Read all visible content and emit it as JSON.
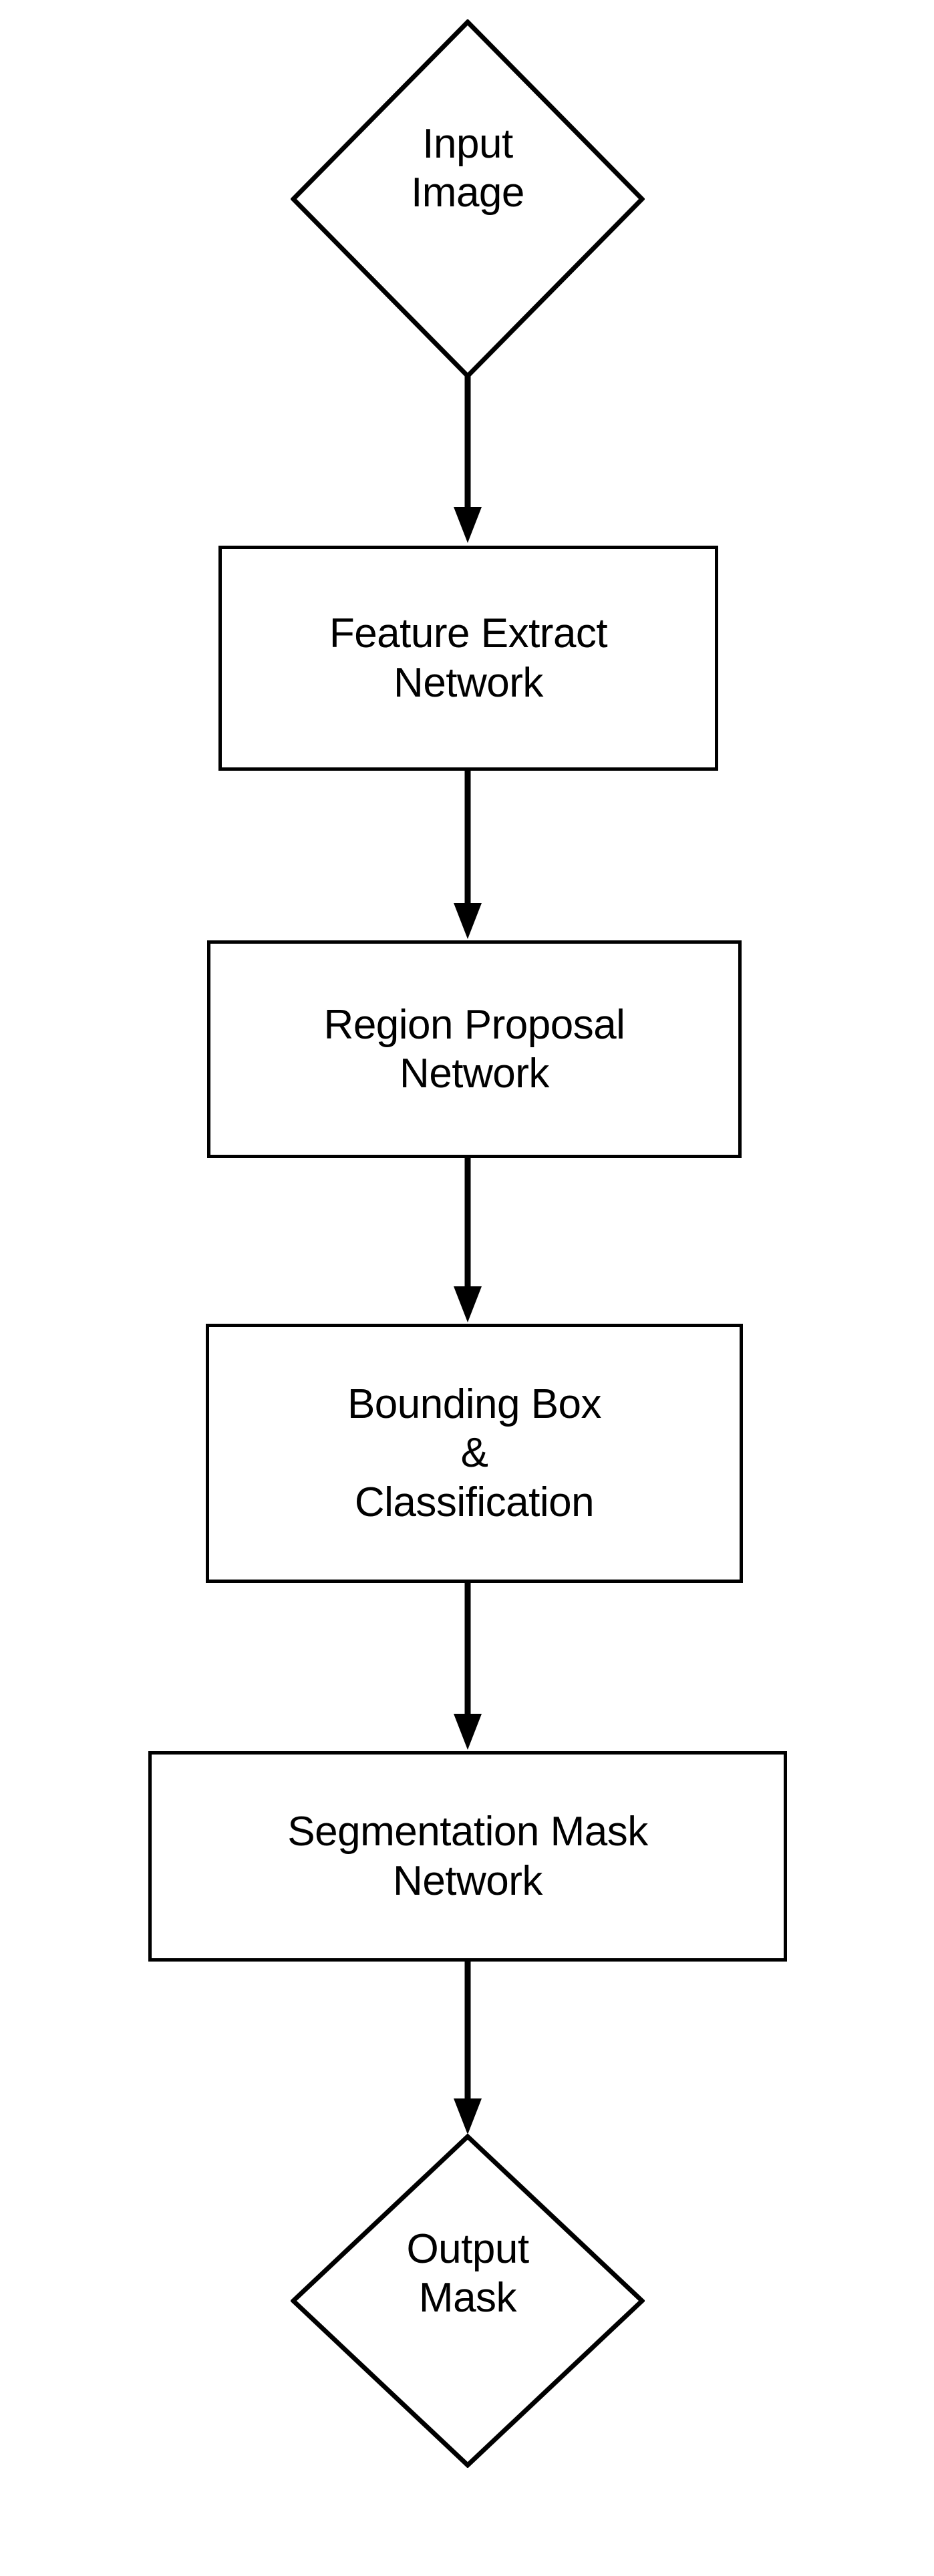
{
  "diagram": {
    "type": "flowchart",
    "orientation": "top-to-bottom",
    "background_color": "#ffffff",
    "stroke_color": "#000000",
    "title": "",
    "nodes": [
      {
        "id": "input-image",
        "shape": "diamond",
        "label": "Input\nImage",
        "line1": "Input",
        "line2": "Image"
      },
      {
        "id": "feature-extract-network",
        "shape": "rectangle",
        "label": "Feature Extract\nNetwork",
        "line1": "Feature Extract",
        "line2": "Network"
      },
      {
        "id": "region-proposal-network",
        "shape": "rectangle",
        "label": "Region Proposal\nNetwork",
        "line1": "Region Proposal",
        "line2": "Network"
      },
      {
        "id": "bounding-box-classification",
        "shape": "rectangle",
        "label": "Bounding Box\n&\nClassification",
        "line1": "Bounding Box",
        "line2": "&",
        "line3": "Classification"
      },
      {
        "id": "segmentation-mask-network",
        "shape": "rectangle",
        "label": "Segmentation Mask\nNetwork",
        "line1": "Segmentation Mask",
        "line2": "Network"
      },
      {
        "id": "output-mask",
        "shape": "diamond",
        "label": "Output\nMask",
        "line1": "Output",
        "line2": "Mask"
      }
    ],
    "edges": [
      {
        "id": "edge-1",
        "from": "input-image",
        "to": "feature-extract-network",
        "label": "",
        "arrow": "down"
      },
      {
        "id": "edge-2",
        "from": "feature-extract-network",
        "to": "region-proposal-network",
        "label": "",
        "arrow": "down"
      },
      {
        "id": "edge-3",
        "from": "region-proposal-network",
        "to": "bounding-box-classification",
        "label": "",
        "arrow": "down"
      },
      {
        "id": "edge-4",
        "from": "bounding-box-classification",
        "to": "segmentation-mask-network",
        "label": "",
        "arrow": "down"
      },
      {
        "id": "edge-5",
        "from": "segmentation-mask-network",
        "to": "output-mask",
        "label": "",
        "arrow": "down"
      }
    ]
  }
}
